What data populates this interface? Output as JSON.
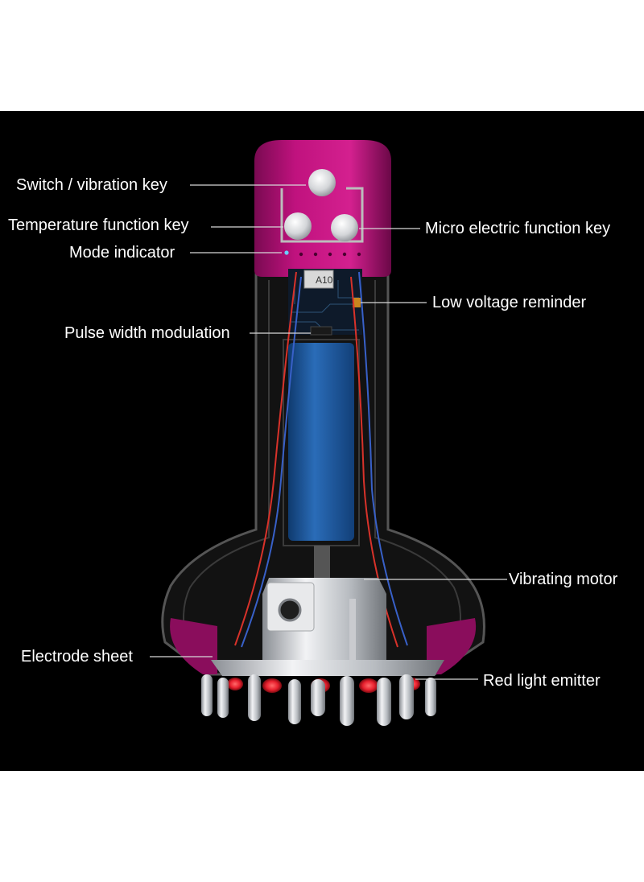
{
  "colors": {
    "background": "#000000",
    "page": "#ffffff",
    "label_text": "#ffffff",
    "cap_magenta": "#c0127e",
    "battery_blue": "#1f5fa8",
    "wire_red": "#d8322a",
    "wire_blue": "#3860c8",
    "red_light": "#e8202e",
    "metal": "#cfd2d6"
  },
  "chip_marking": "A10",
  "labels": {
    "switch_vibration_key": "Switch / vibration key",
    "temperature_function_key": "Temperature function key",
    "mode_indicator": "Mode indicator",
    "micro_electric_function_key": "Micro electric function key",
    "low_voltage_reminder": "Low voltage reminder",
    "pulse_width_modulation": "Pulse width modulation",
    "vibrating_motor": "Vibrating motor",
    "electrode_sheet": "Electrode sheet",
    "red_light_emitter": "Red light emitter"
  }
}
